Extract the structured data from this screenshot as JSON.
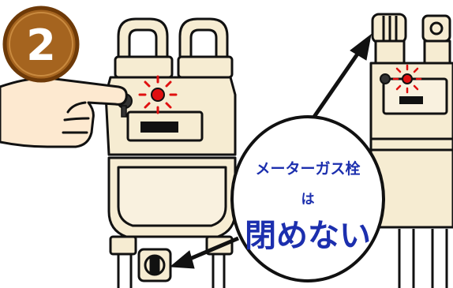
{
  "step": {
    "number": "2"
  },
  "callout": {
    "line1": "メーターガス栓",
    "line2": "は",
    "line3": "閉めない"
  },
  "colors": {
    "meter_body": "#f6ecd2",
    "outline": "#111111",
    "badge": "#a5641f",
    "badge_ring": "#6e3a08",
    "alarm_lamp": "#e01010",
    "callout_text": "#1c2fae",
    "hand_skin": "#fde9d0"
  },
  "icons": [
    "hand-pointing-icon",
    "alarm-lamp-icon",
    "arrow-icon",
    "gas-valve-icon"
  ]
}
